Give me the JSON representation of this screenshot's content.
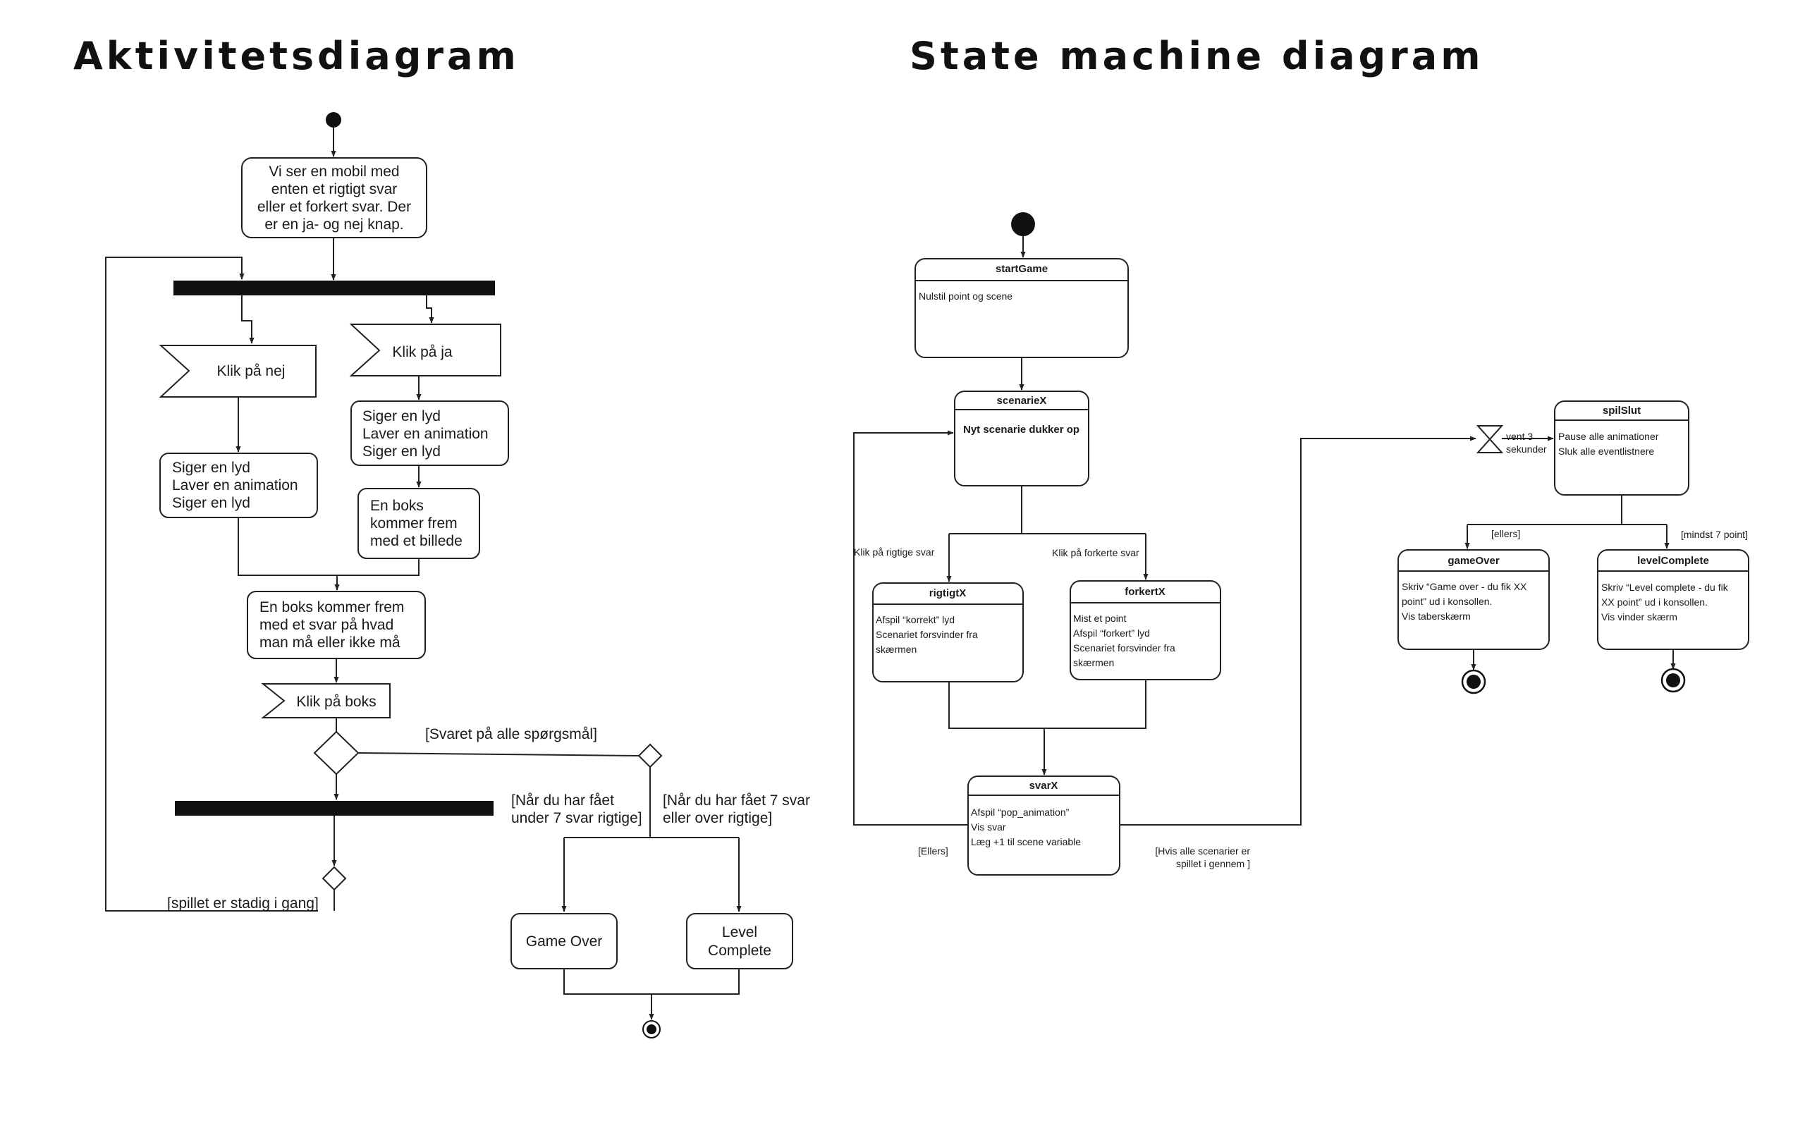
{
  "titles": {
    "activity": "Aktivitetsdiagram",
    "state_machine": "State machine diagram"
  },
  "activity": {
    "start_box": [
      "Vi ser en mobil med",
      "enten et rigtigt svar",
      "eller et forkert svar. Der",
      "er en ja- og nej knap."
    ],
    "klik_nej": "Klik på nej",
    "klik_ja": "Klik på ja",
    "nej_action": [
      "Siger en lyd",
      "Laver en animation",
      "Siger en lyd"
    ],
    "ja_action": [
      "Siger en lyd",
      "Laver en animation",
      "Siger en lyd"
    ],
    "ja_box": [
      "En boks",
      "kommer frem",
      "med et billede"
    ],
    "answer_box": [
      "En boks kommer frem",
      "med et svar på hvad",
      "man må eller ikke må"
    ],
    "klik_boks": "Klik på boks",
    "guard_all_answered": "[Svaret på alle spørgsmål]",
    "guard_under_7": [
      "[Når du har fået",
      "under 7 svar rigtige]"
    ],
    "guard_7_or_more": [
      "[Når du har fået 7 svar",
      "eller over rigtige]"
    ],
    "guard_still_playing": "[spillet er stadig i gang]",
    "game_over": "Game Over",
    "level_complete": [
      "Level",
      "Complete"
    ]
  },
  "state_machine": {
    "startGame": {
      "name": "startGame",
      "body": [
        "Nulstil point og scene"
      ]
    },
    "scenarieX": {
      "name": "scenarieX",
      "body": [
        "Nyt scenarie dukker op"
      ]
    },
    "rigtigtX": {
      "name": "rigtigtX",
      "body": [
        "Afspil “korrekt” lyd",
        "Scenariet forsvinder fra",
        "skærmen"
      ]
    },
    "forkertX": {
      "name": "forkertX",
      "body": [
        "Mist et point",
        "Afspil “forkert” lyd",
        "Scenariet forsvinder fra",
        "skærmen"
      ]
    },
    "svarX": {
      "name": "svarX",
      "body": [
        "Afspil “pop_animation”",
        "Vis svar",
        "Læg +1 til scene variable"
      ]
    },
    "spilSlut": {
      "name": "spilSlut",
      "body": [
        "Pause alle animationer",
        "Sluk alle eventlistnere"
      ]
    },
    "gameOver": {
      "name": "gameOver",
      "body": [
        "Skriv “Game over - du fik XX",
        "point” ud i konsollen.",
        "Vis taberskærm"
      ]
    },
    "levelComplete": {
      "name": "levelComplete",
      "body": [
        "Skriv “Level complete - du fik",
        "XX point” ud i konsollen.",
        "Vis vinder skærm"
      ]
    },
    "trans_rigtige": "Klik på rigtige svar",
    "trans_forkerte": "Klik på forkerte svar",
    "trans_ellers_loop": "[Ellers]",
    "trans_all_done": [
      "[Hvis alle scenarier er",
      "spillet i gennem ]"
    ],
    "timer_label": [
      "vent 3",
      "sekunder"
    ],
    "guard_ellers": "[ellers]",
    "guard_min7": "[mindst 7 point]"
  }
}
